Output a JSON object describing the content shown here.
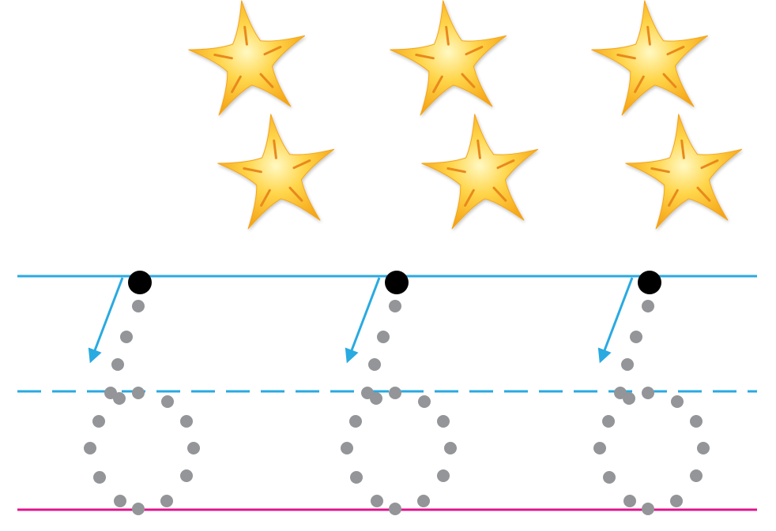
{
  "stars": {
    "count": 6,
    "icon": "starfish-icon",
    "colors": {
      "center": "#fff9c4",
      "mid": "#ffd54a",
      "edge": "#f5a416",
      "stripe": "#e8891a"
    }
  },
  "tracing": {
    "digit": "6",
    "repetitions": 3,
    "guide_colors": {
      "top_line": "#29aae1",
      "mid_line": "#29aae1",
      "baseline": "#e0148c",
      "arrow": "#29aae1",
      "start_dot": "#000000",
      "trace_dot": "#939598"
    }
  }
}
